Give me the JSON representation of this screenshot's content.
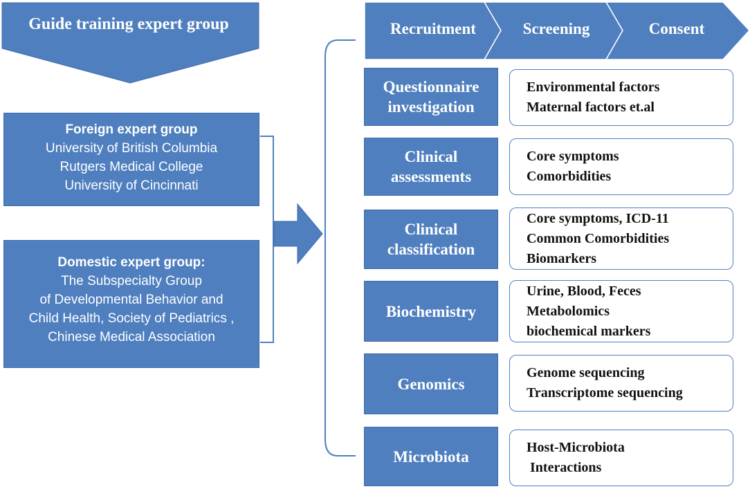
{
  "guide": {
    "title": "Guide training expert group"
  },
  "foreign": {
    "heading": "Foreign expert group",
    "members": [
      "University of British Columbia",
      "Rutgers Medical College",
      "University of Cincinnati"
    ]
  },
  "domestic": {
    "heading": "Domestic expert group:",
    "lines": [
      "The Subspecialty Group",
      "of  Developmental Behavior and",
      "Child Health, Society of Pediatrics ,",
      "Chinese Medical Association"
    ]
  },
  "process": [
    "Recruitment",
    "Screening",
    "Consent"
  ],
  "rows": [
    {
      "category": [
        "Questionnaire",
        "investigation"
      ],
      "details": [
        "Environmental factors",
        "Maternal factors et.al"
      ]
    },
    {
      "category": [
        "Clinical",
        "assessments"
      ],
      "details": [
        "Core symptoms",
        "Comorbidities"
      ]
    },
    {
      "category": [
        "Clinical",
        "classification"
      ],
      "details": [
        "Core symptoms, ICD-11",
        "Common Comorbidities",
        "Biomarkers"
      ]
    },
    {
      "category": [
        "Biochemistry"
      ],
      "details": [
        "Urine, Blood, Feces",
        "Metabolomics",
        "biochemical markers"
      ]
    },
    {
      "category": [
        "Genomics"
      ],
      "details": [
        "Genome sequencing",
        "Transcriptome sequencing"
      ]
    },
    {
      "category": [
        "Microbiota"
      ],
      "details": [
        "Host-Microbiota",
        " Interactions"
      ]
    }
  ],
  "colors": {
    "box_fill": "#4f7fbf",
    "box_border": "#3b6aa8",
    "bracket": "#4f7fbf"
  }
}
